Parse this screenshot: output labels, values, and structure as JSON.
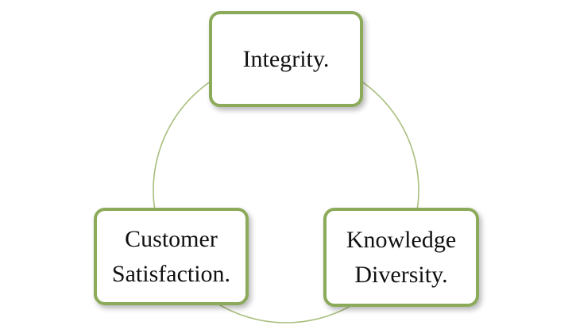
{
  "diagram": {
    "type": "cycle",
    "colors": {
      "node_border": "#8cab5a",
      "connector": "#a8bf7e",
      "node_fill": "#ffffff",
      "text": "#111111"
    },
    "nodes": [
      {
        "id": "top",
        "label": "Integrity."
      },
      {
        "id": "right",
        "label": "Knowledge\nDiversity."
      },
      {
        "id": "left",
        "label": "Customer\nSatisfaction."
      }
    ]
  }
}
